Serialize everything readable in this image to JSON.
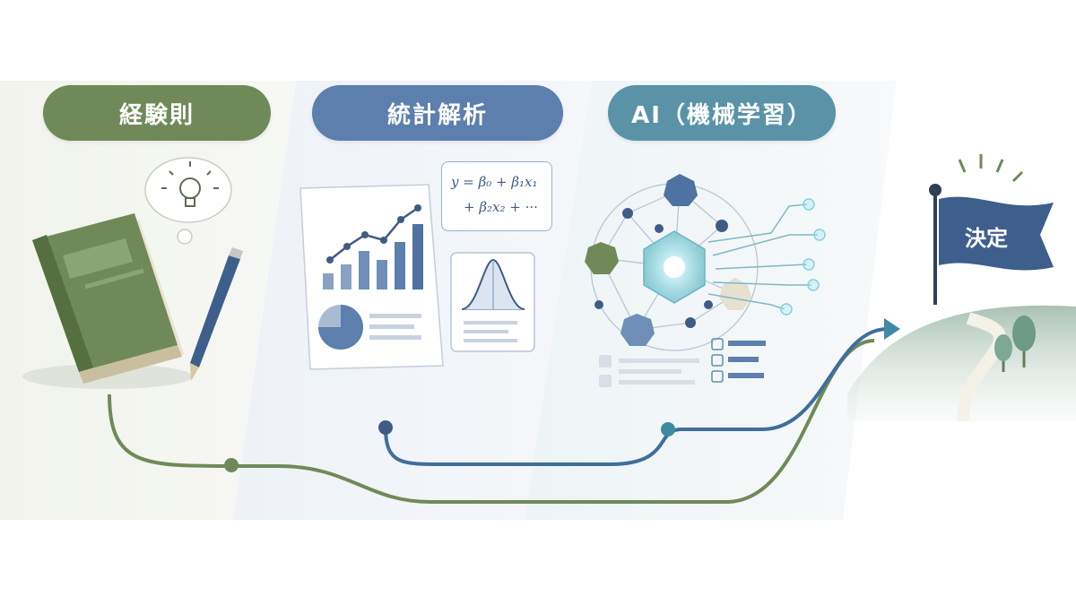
{
  "stages": [
    {
      "label": "経験則",
      "color": "#6f8a58"
    },
    {
      "label": "統計解析",
      "color": "#5c7fae"
    },
    {
      "label": "AI（機械学習）",
      "color": "#5a93a8"
    }
  ],
  "formula": {
    "line1": "y = β₀ + β₁x₁",
    "line2": "+ β₂x₂ + ···"
  },
  "goal": {
    "label": "決定",
    "flag_color": "#3e5f8c"
  },
  "icons": [
    "lightbulb-icon",
    "book-icon",
    "pencil-icon",
    "bar-chart-icon",
    "pie-chart-icon",
    "bell-curve-icon",
    "neural-network-icon",
    "list-icon",
    "flag-icon",
    "hill-icon",
    "tree-icon"
  ],
  "colors": {
    "path_green": "#6f8a58",
    "path_blue": "#3f6e9e",
    "path_teal": "#3f8aa3"
  }
}
